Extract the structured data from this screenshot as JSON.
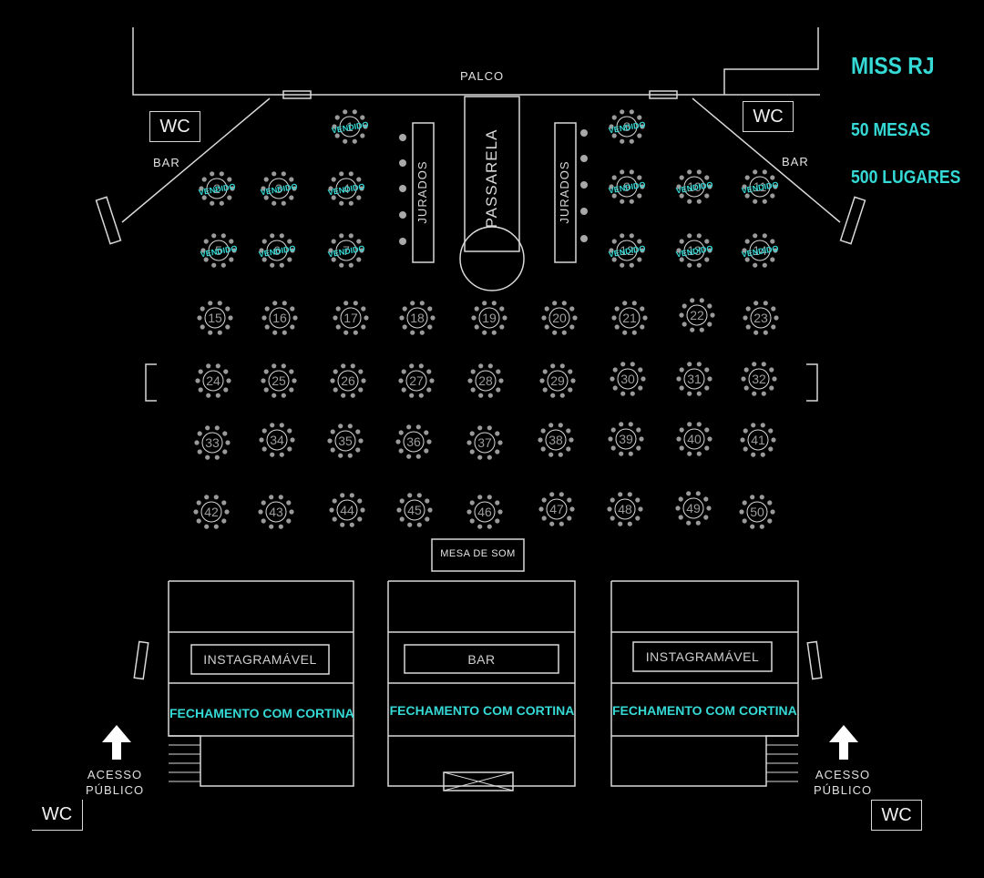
{
  "event": {
    "title": "MISS RJ",
    "tables_count": "50 MESAS",
    "seats_count": "500 LUGARES"
  },
  "stage": {
    "label": "PALCO"
  },
  "runway": {
    "label": "PASSARELA"
  },
  "judges": {
    "left_label": "JURADOS",
    "right_label": "JURADOS"
  },
  "sound_desk": {
    "label": "MESA DE SOM"
  },
  "bars": {
    "top_left": "BAR",
    "top_right": "BAR",
    "bottom_center": "BAR"
  },
  "restrooms": {
    "label": "WC"
  },
  "lounges": {
    "left_label": "INSTAGRAMÁVEL",
    "right_label": "INSTAGRAMÁVEL",
    "curtain_label": "FECHAMENTO COM CORTINA"
  },
  "entrances": {
    "line1": "ACESSO",
    "line2": "PÚBLICO"
  },
  "sold_label": "VENDIDO",
  "colors": {
    "background": "#000000",
    "accent": "#35d9d6",
    "lines": "#d8d8d8",
    "seat": "#9a9a9a"
  },
  "tables": [
    {
      "n": "1",
      "sold": true
    },
    {
      "n": "2",
      "sold": true
    },
    {
      "n": "3",
      "sold": true
    },
    {
      "n": "4",
      "sold": true
    },
    {
      "n": "5",
      "sold": true
    },
    {
      "n": "6",
      "sold": true
    },
    {
      "n": "7",
      "sold": true
    },
    {
      "n": "8",
      "sold": true
    },
    {
      "n": "9",
      "sold": true
    },
    {
      "n": "10",
      "sold": true
    },
    {
      "n": "11",
      "sold": true
    },
    {
      "n": "12",
      "sold": true
    },
    {
      "n": "13",
      "sold": true
    },
    {
      "n": "14",
      "sold": true
    },
    {
      "n": "15",
      "sold": false
    },
    {
      "n": "16",
      "sold": false
    },
    {
      "n": "17",
      "sold": false
    },
    {
      "n": "18",
      "sold": false
    },
    {
      "n": "19",
      "sold": false
    },
    {
      "n": "20",
      "sold": false
    },
    {
      "n": "21",
      "sold": false
    },
    {
      "n": "22",
      "sold": false
    },
    {
      "n": "23",
      "sold": false
    },
    {
      "n": "24",
      "sold": false
    },
    {
      "n": "25",
      "sold": false
    },
    {
      "n": "26",
      "sold": false
    },
    {
      "n": "27",
      "sold": false
    },
    {
      "n": "28",
      "sold": false
    },
    {
      "n": "29",
      "sold": false
    },
    {
      "n": "30",
      "sold": false
    },
    {
      "n": "31",
      "sold": false
    },
    {
      "n": "32",
      "sold": false
    },
    {
      "n": "33",
      "sold": false
    },
    {
      "n": "34",
      "sold": false
    },
    {
      "n": "35",
      "sold": false
    },
    {
      "n": "36",
      "sold": false
    },
    {
      "n": "37",
      "sold": false
    },
    {
      "n": "38",
      "sold": false
    },
    {
      "n": "39",
      "sold": false
    },
    {
      "n": "40",
      "sold": false
    },
    {
      "n": "41",
      "sold": false
    },
    {
      "n": "42",
      "sold": false
    },
    {
      "n": "43",
      "sold": false
    },
    {
      "n": "44",
      "sold": false
    },
    {
      "n": "45",
      "sold": false
    },
    {
      "n": "46",
      "sold": false
    },
    {
      "n": "47",
      "sold": false
    },
    {
      "n": "48",
      "sold": false
    },
    {
      "n": "49",
      "sold": false
    },
    {
      "n": "50",
      "sold": false
    }
  ]
}
